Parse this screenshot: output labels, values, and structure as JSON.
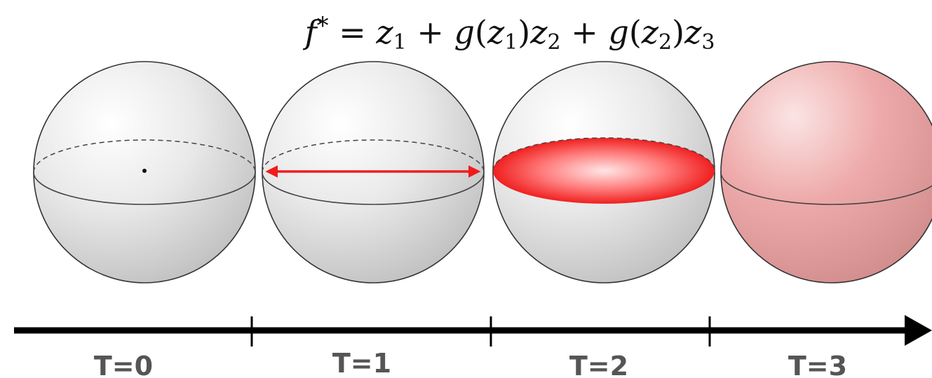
{
  "formula": {
    "lhs": "f",
    "lhs_sup": "*",
    "eq": " = ",
    "z": "z",
    "sub1": "1",
    "sub2": "2",
    "sub3": "3",
    "plus": " + ",
    "g": "g",
    "lparen": "(",
    "rparen": ")"
  },
  "stages": [
    {
      "label": "T=0",
      "highlight": "point"
    },
    {
      "label": "T=1",
      "highlight": "line"
    },
    {
      "label": "T=2",
      "highlight": "disk"
    },
    {
      "label": "T=3",
      "highlight": "ball"
    }
  ],
  "colors": {
    "sphere": "#d6d6d6",
    "highlight": "#f01c1c",
    "ball_fill": "#e9a3a3",
    "axis": "#000000",
    "label": "#555555"
  }
}
